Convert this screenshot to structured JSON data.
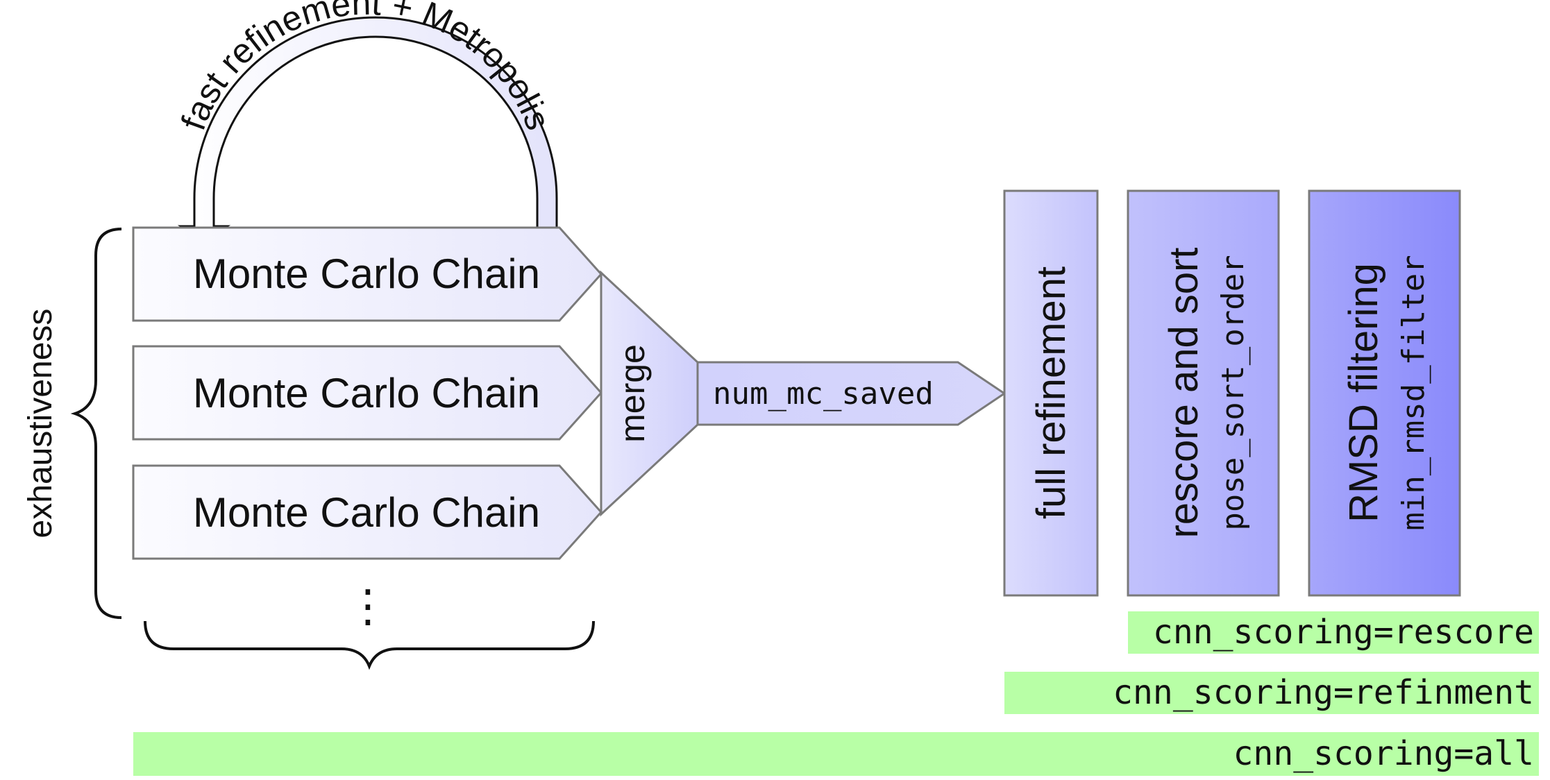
{
  "loop_label": "fast refinement + Metropolis",
  "side_label": "exhaustiveness",
  "chains": [
    {
      "label": "Monte Carlo Chain"
    },
    {
      "label": "Monte Carlo Chain"
    },
    {
      "label": "Monte Carlo Chain"
    }
  ],
  "ellipsis": "⋮",
  "merge_label": "merge",
  "saved_label": "num_mc_saved",
  "stages": [
    {
      "title": "full refinement",
      "param": ""
    },
    {
      "title": "rescore and sort",
      "param": "pose_sort_order"
    },
    {
      "title": "RMSD filtering",
      "param": "min_rmsd_filter"
    }
  ],
  "cnn_bars": [
    {
      "label": "cnn_scoring=rescore"
    },
    {
      "label": "cnn_scoring=refinment"
    },
    {
      "label": "cnn_scoring=all"
    }
  ],
  "colors": {
    "chain_fill_start": "#fbfbff",
    "chain_fill_end": "#e4e4fb",
    "stage_light": "#dcdcfd",
    "stage_dark": "#8f8ffb",
    "cnn_bar": "#b8ffa6",
    "stroke": "#7a7a7a"
  }
}
